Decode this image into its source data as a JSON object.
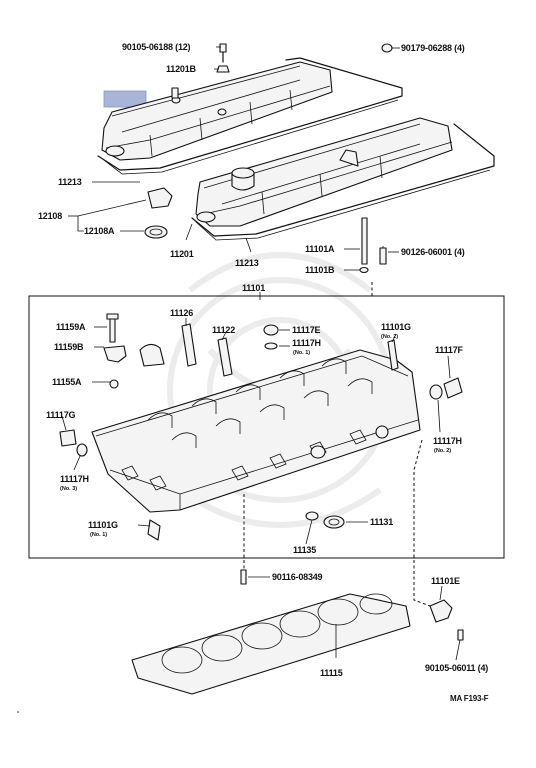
{
  "diagram_code": "MA  F193-F",
  "highlight_color": "#a8b4d8",
  "labels": {
    "p90105_06188": "90105-06188 (12)",
    "p90179_06288": "90179-06288 (4)",
    "p11201B": "11201B",
    "p11213_left": "11213",
    "p12108": "12108",
    "p12108A": "12108A",
    "p11201": "11201",
    "p11213_right": "11213",
    "p11101A": "11101A",
    "p90126_06001": "90126-06001 (4)",
    "p11101B": "11101B",
    "p11101": "11101",
    "p11126": "11126",
    "p11159A": "11159A",
    "p11159B": "11159B",
    "p11122": "11122",
    "p11117E": "11117E",
    "p11117H_top": "11117H",
    "p11117H_top_sub": "(No. 1)",
    "p11101G_top": "11101G",
    "p11101G_top_sub": "(No. 2)",
    "p11117F": "11117F",
    "p11155A": "11155A",
    "p11117G": "11117G",
    "p11117H_left": "11117H",
    "p11117H_left_sub": "(No. 3)",
    "p11117H_right": "11117H",
    "p11117H_right_sub": "(No. 2)",
    "p11101G_bottom": "11101G",
    "p11101G_bottom_sub": "(No. 1)",
    "p11131": "11131",
    "p11135": "11135",
    "p90116_08349": "90116-08349",
    "p11101E": "11101E",
    "p11115": "11115",
    "p90105_06011": "90105-06011 (4)"
  }
}
